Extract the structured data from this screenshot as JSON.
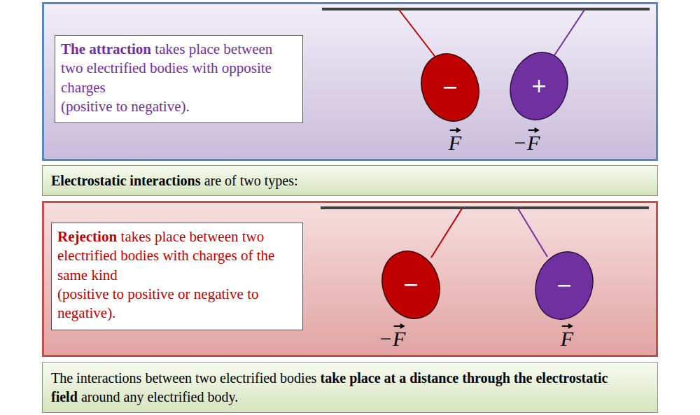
{
  "diagram": {
    "nodes": [
      {
        "text": [
          "The attraction",
          "takes place between two electrified bodies with opposite charges",
          "(positive to negative)."
        ]
      },
      {
        "text": [
          "−"
        ]
      },
      {
        "text": [
          "+"
        ]
      },
      {
        "text": [
          "Electrostatic interactions",
          "are of two types:"
        ]
      },
      {
        "text": [
          "Rejection",
          "takes place between two electrified bodies with charges of the same kind",
          "(positive to positive or negative to negative)."
        ]
      },
      {
        "text": [
          "−"
        ]
      },
      {
        "text": [
          "−"
        ]
      },
      {
        "text": [
          "The interactions between two electrified bodies",
          "take place at a distance through the electrostatic field",
          "around any electrified body."
        ]
      }
    ],
    "labels": [
      "F",
      "−F",
      "−F",
      "F"
    ]
  }
}
